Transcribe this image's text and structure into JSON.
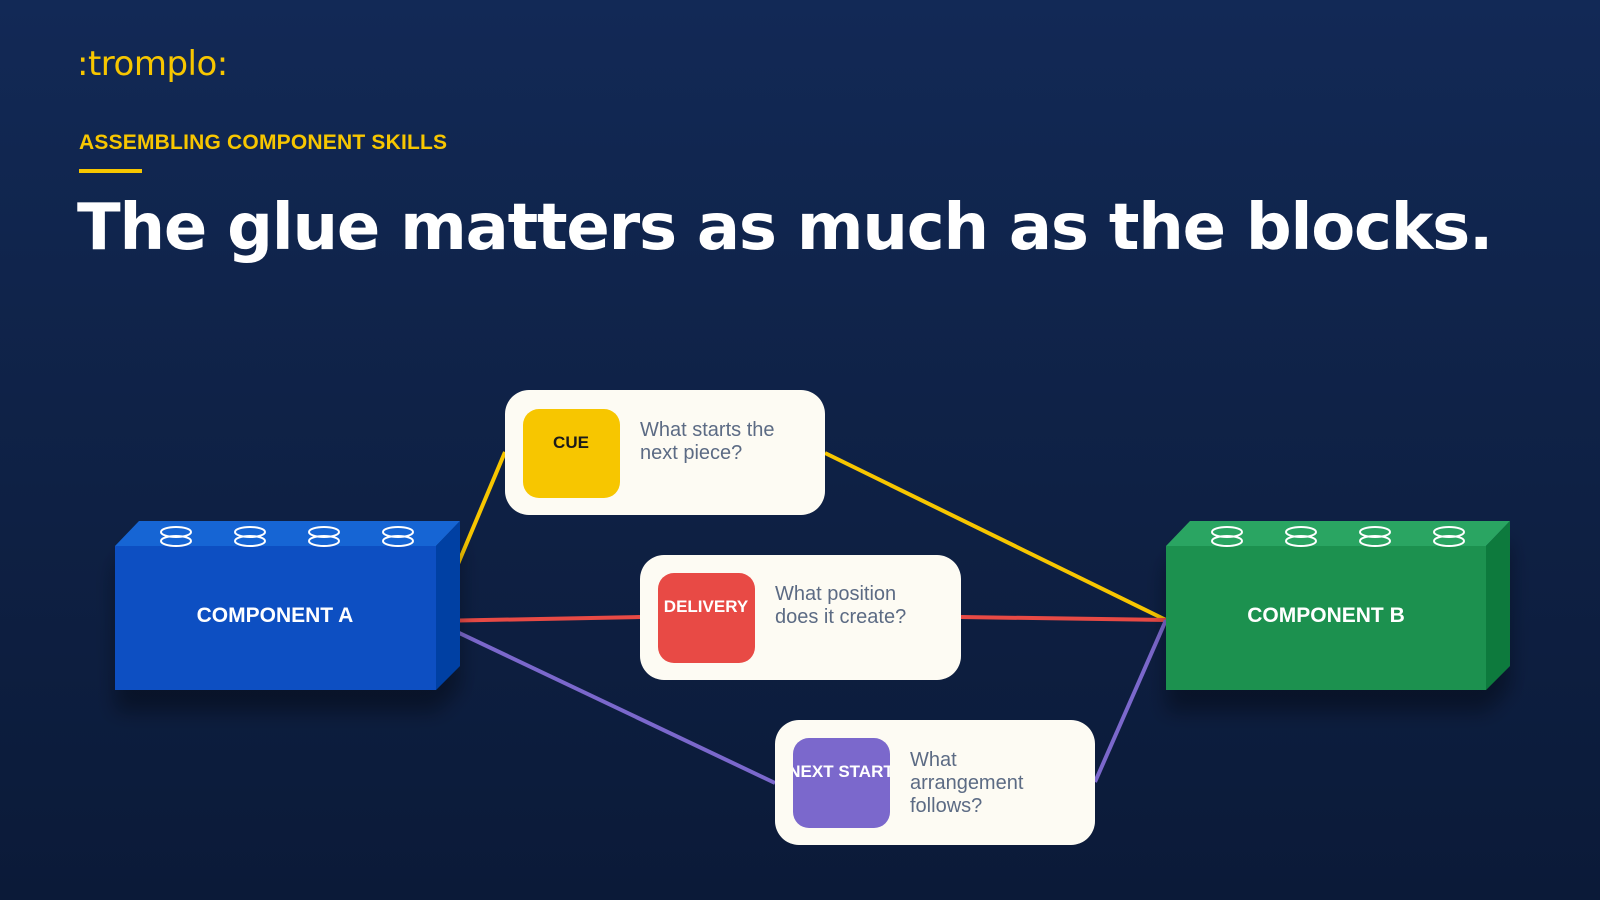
{
  "brand": {
    "logo": ":tromplo:"
  },
  "slide": {
    "eyebrow": "ASSEMBLING COMPONENT SKILLS",
    "headline": "The glue matters as much as the blocks."
  },
  "colors": {
    "accent": "#f7c600",
    "component_a": "#0750c2",
    "component_b": "#1a9150",
    "cue": "#f7c600",
    "delivery": "#e84a45",
    "next_start": "#7b68cc",
    "card_bg": "#fdfbf3"
  },
  "diagram": {
    "component_a": {
      "label": "COMPONENT A"
    },
    "component_b": {
      "label": "COMPONENT B"
    },
    "connectors": [
      {
        "chip": "CUE",
        "lines": [
          "What starts the",
          "next piece?"
        ]
      },
      {
        "chip": "DELIVERY",
        "lines": [
          "What position",
          "does it create?"
        ]
      },
      {
        "chip": "NEXT START",
        "lines": [
          "What",
          "arrangement",
          "follows?"
        ]
      }
    ]
  }
}
